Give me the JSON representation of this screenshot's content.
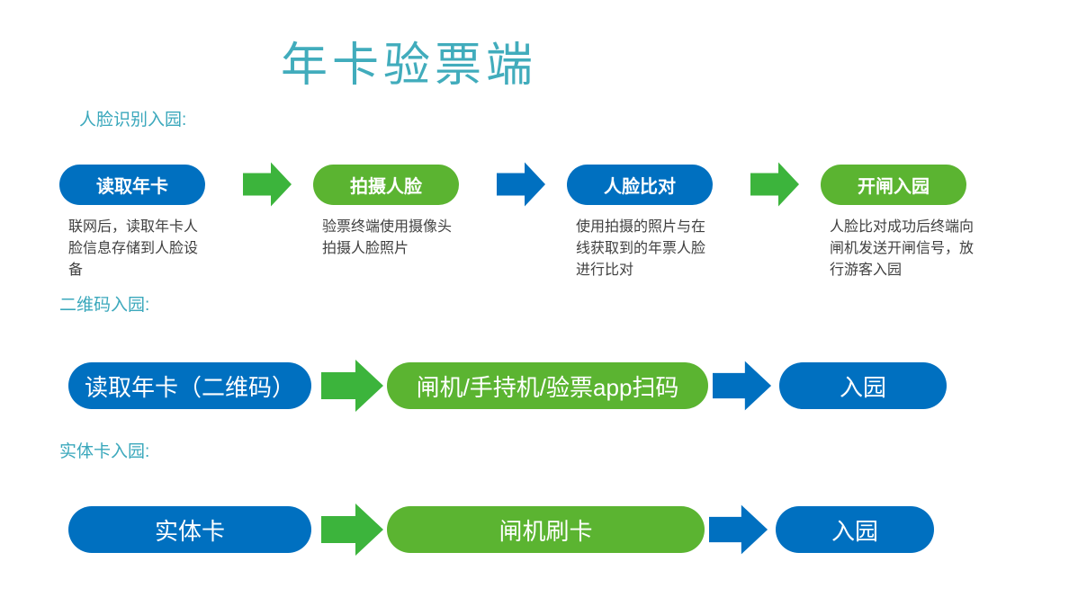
{
  "title": "年卡验票端",
  "colors": {
    "title_teal": "#41ACBC",
    "section_label_teal": "#3BA8BC",
    "pill_blue": "#0070C0",
    "pill_green": "#5BB431",
    "arrow_green": "#3CB43C",
    "arrow_blue": "#0070C0",
    "body_text": "#404040",
    "background": "#FFFFFF"
  },
  "sections": [
    {
      "label": "人脸识别入园:",
      "steps": [
        {
          "label": "读取年卡",
          "desc": "联网后，读取年卡人脸信息存储到人脸设备"
        },
        {
          "label": "拍摄人脸",
          "desc": "验票终端使用摄像头拍摄人脸照片"
        },
        {
          "label": "人脸比对",
          "desc": "使用拍摄的照片与在线获取到的年票人脸进行比对"
        },
        {
          "label": "开闸入园",
          "desc": "人脸比对成功后终端向闸机发送开闸信号，放行游客入园"
        }
      ],
      "arrows": [
        "green",
        "blue",
        "green"
      ]
    },
    {
      "label": "二维码入园:",
      "steps": [
        {
          "label": "读取年卡（二维码）"
        },
        {
          "label": "闸机/手持机/验票app扫码"
        },
        {
          "label": "入园"
        }
      ],
      "arrows": [
        "green",
        "blue"
      ]
    },
    {
      "label": "实体卡入园:",
      "steps": [
        {
          "label": "实体卡"
        },
        {
          "label": "闸机刷卡"
        },
        {
          "label": "入园"
        }
      ],
      "arrows": [
        "green",
        "blue"
      ]
    }
  ]
}
